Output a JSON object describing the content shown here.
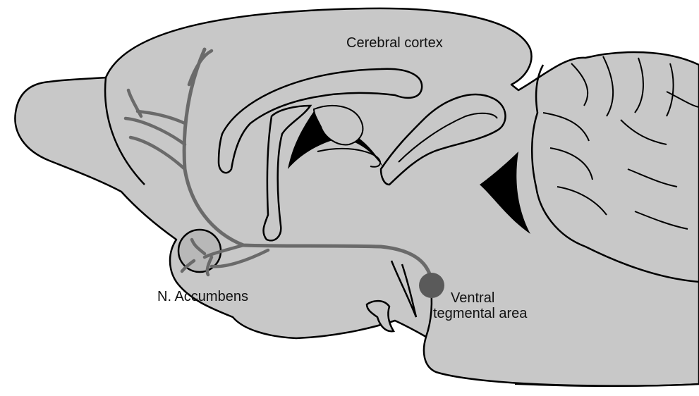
{
  "labels": {
    "cerebral_cortex": "Cerebral cortex",
    "nucleus_accumbens": "N. Accumbens",
    "vta_line1": "Ventral",
    "vta_line2": "tegmental area"
  },
  "colors": {
    "brain_fill": "#c8c8c8",
    "outline": "#000000",
    "pathway": "#6a6a6a",
    "vta_dot": "#5a5a5a",
    "ventricle": "#000000"
  }
}
